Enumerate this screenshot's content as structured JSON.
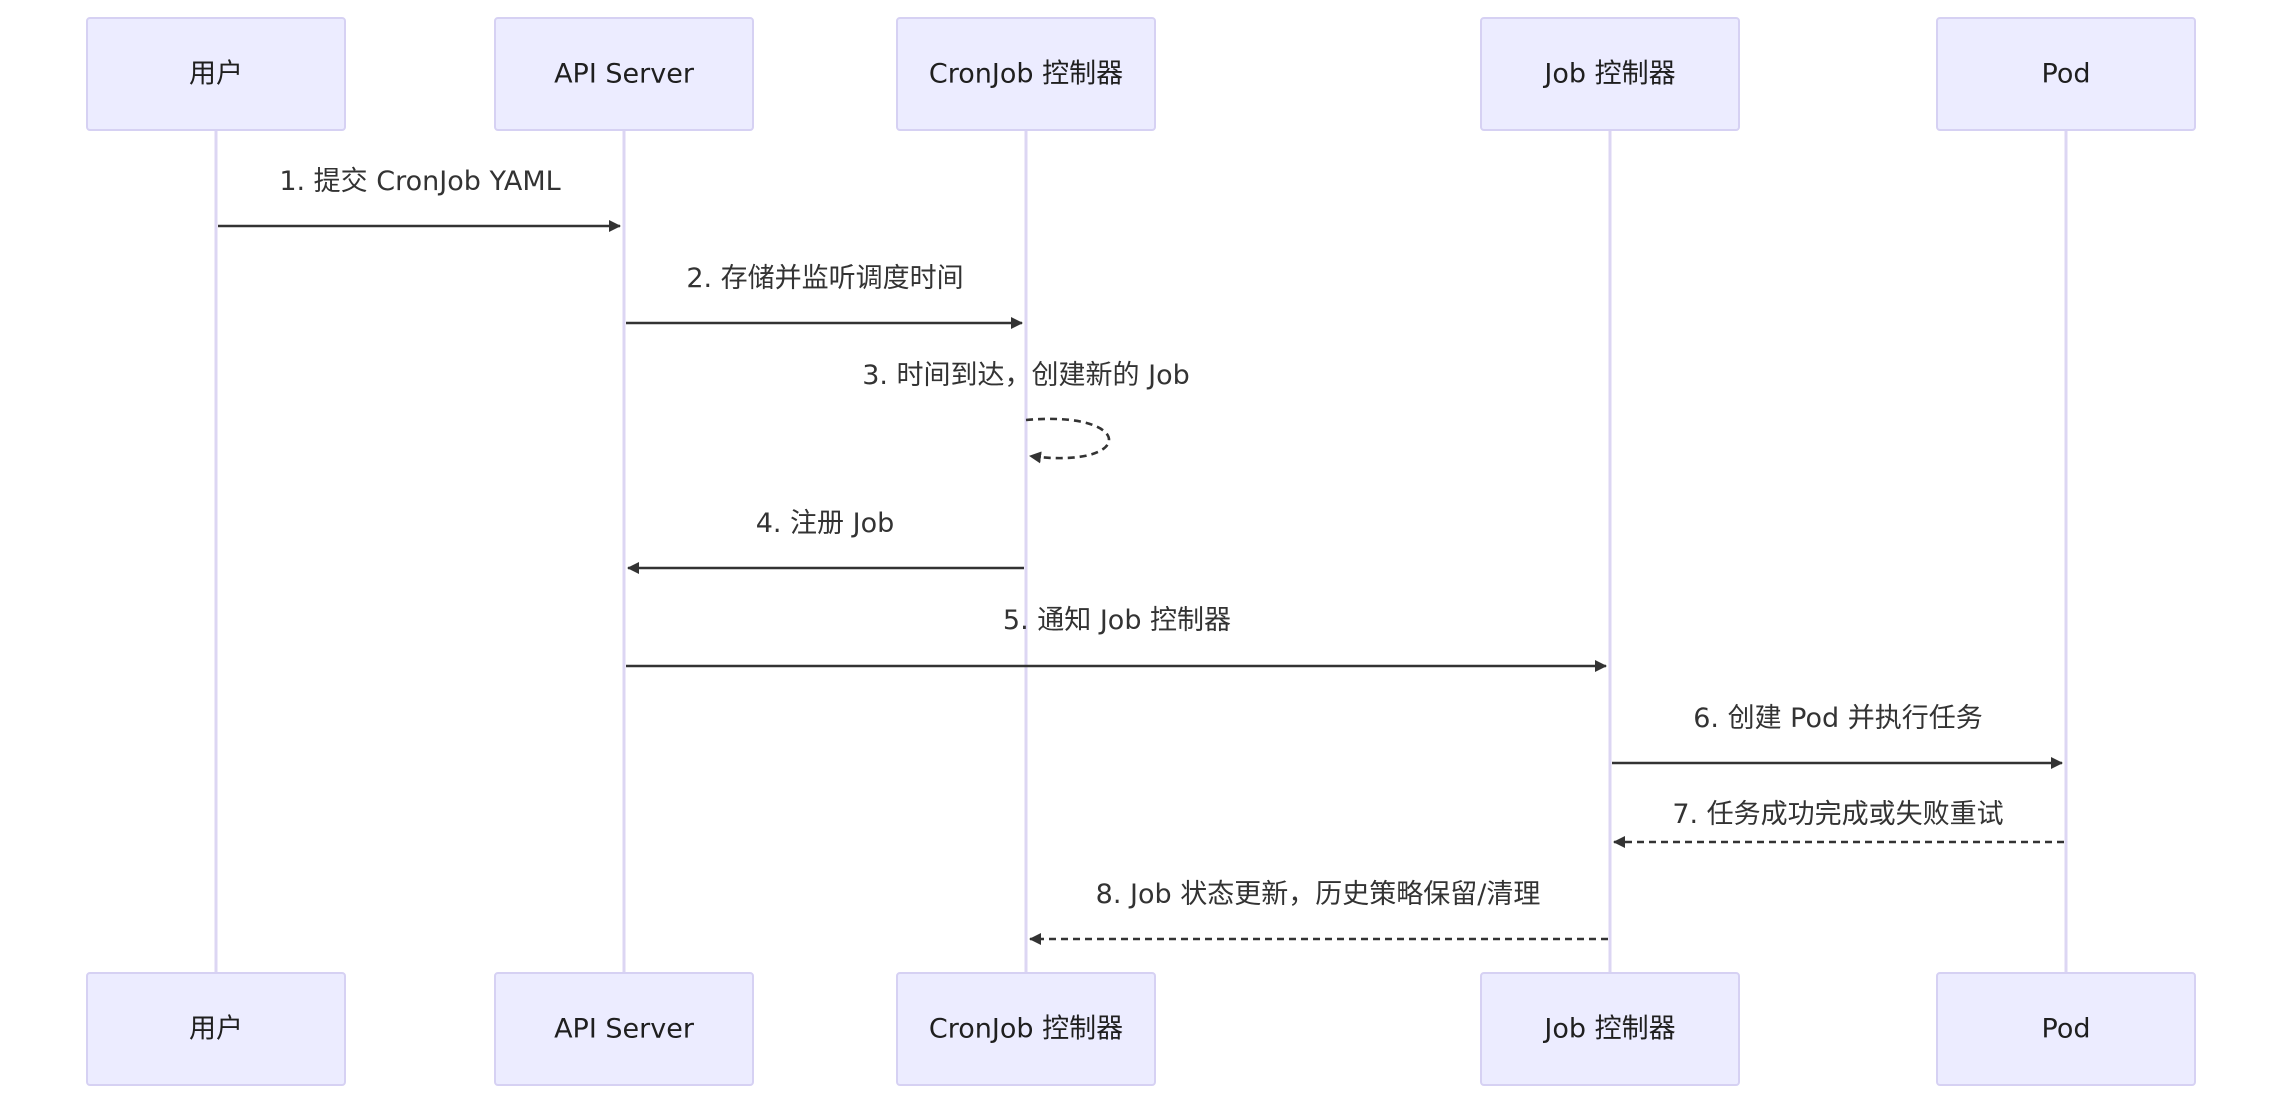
{
  "participants": [
    {
      "id": "user",
      "label": "用户"
    },
    {
      "id": "api",
      "label": "API Server"
    },
    {
      "id": "cron",
      "label": "CronJob 控制器"
    },
    {
      "id": "job",
      "label": "Job 控制器"
    },
    {
      "id": "pod",
      "label": "Pod"
    }
  ],
  "messages": [
    {
      "from": "user",
      "to": "api",
      "label": "1. 提交 CronJob YAML",
      "style": "solid"
    },
    {
      "from": "api",
      "to": "cron",
      "label": "2. 存储并监听调度时间",
      "style": "solid"
    },
    {
      "from": "cron",
      "to": "cron",
      "label": "3. 时间到达，创建新的 Job",
      "style": "dashed"
    },
    {
      "from": "cron",
      "to": "api",
      "label": "4. 注册 Job",
      "style": "solid"
    },
    {
      "from": "api",
      "to": "job",
      "label": "5. 通知 Job 控制器",
      "style": "solid"
    },
    {
      "from": "job",
      "to": "pod",
      "label": "6. 创建 Pod 并执行任务",
      "style": "solid"
    },
    {
      "from": "pod",
      "to": "job",
      "label": "7. 任务成功完成或失败重试",
      "style": "dashed"
    },
    {
      "from": "job",
      "to": "cron",
      "label": "8. Job 状态更新，历史策略保留/清理",
      "style": "dashed"
    }
  ],
  "colors": {
    "actor_fill": "#ececff",
    "actor_border": "#d6d1f3",
    "lifeline": "#dcd6f3",
    "message": "#333333"
  }
}
